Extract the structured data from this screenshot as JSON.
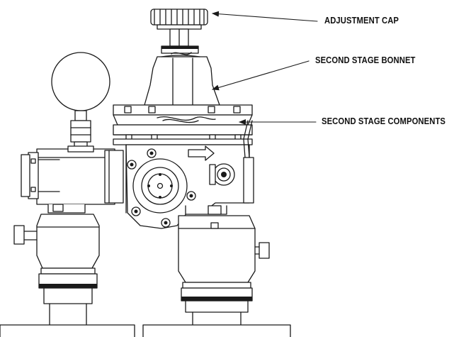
{
  "callouts": {
    "adjustment_cap": "ADJUSTMENT CAP",
    "second_stage_bonnet": "SECOND STAGE BONNET",
    "second_stage_components": "SECOND STAGE COMPONENTS"
  },
  "colors": {
    "line": "#1a1a1a",
    "background": "#ffffff"
  }
}
